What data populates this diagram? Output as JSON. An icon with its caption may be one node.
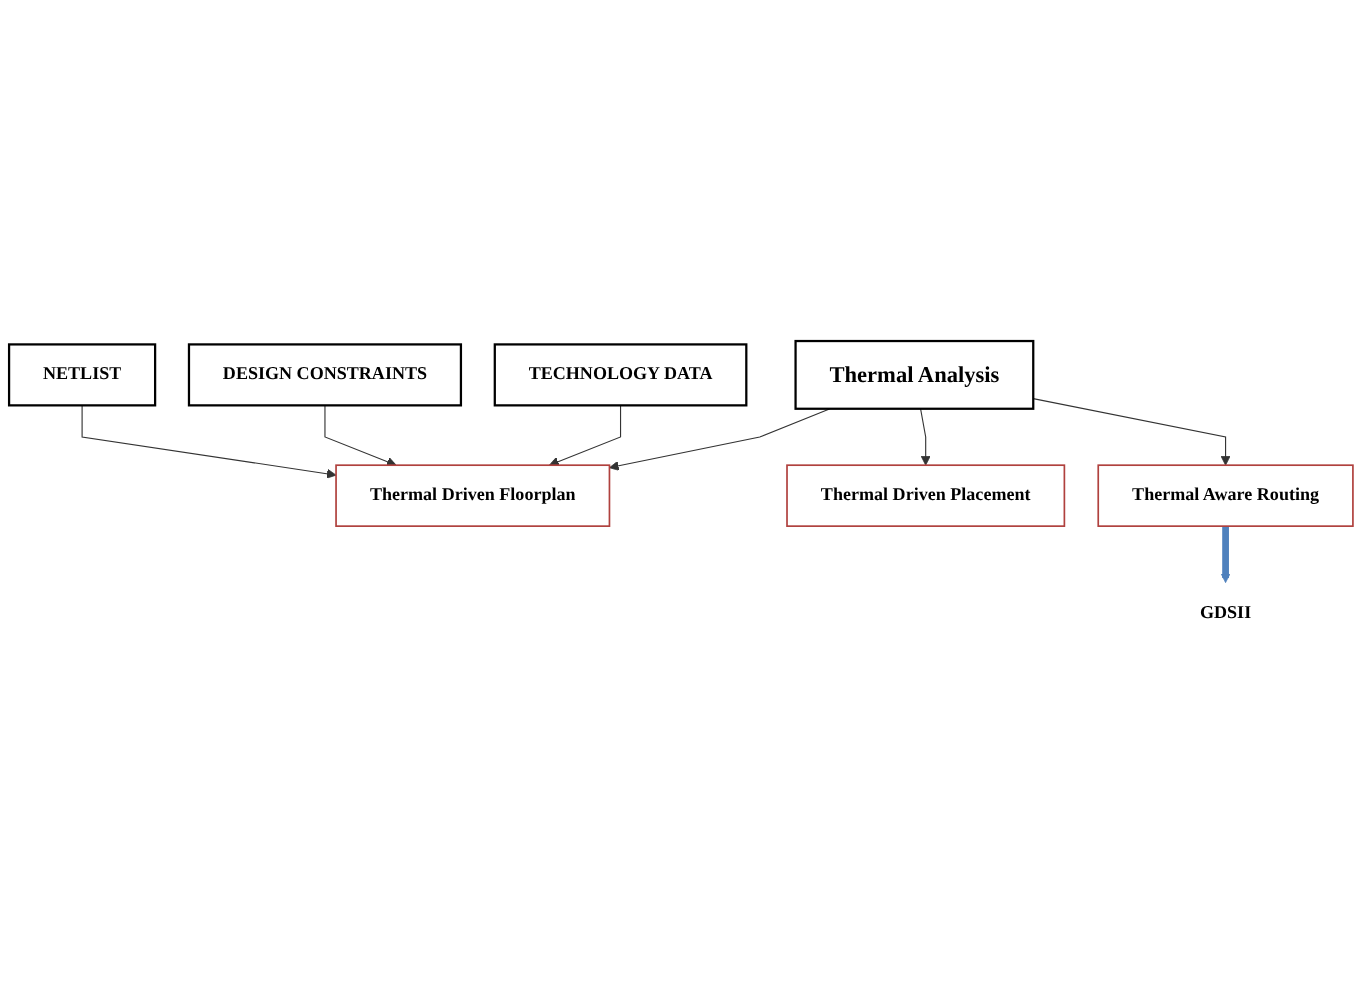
{
  "diagram": {
    "nodes": [
      {
        "text": [
          "NETLIST"
        ]
      },
      {
        "text": [
          "DESIGN CONSTRAINTS"
        ]
      },
      {
        "text": [
          "TECHNOLOGY DATA"
        ]
      },
      {
        "text": [
          "Thermal Driven Floorplan"
        ]
      },
      {
        "text": [
          "Thermal Driven Placement"
        ]
      },
      {
        "text": [
          "Thermal Aware Routing"
        ]
      },
      {
        "text": [
          "Thermal Analysis"
        ]
      },
      {
        "text": [
          "GDSII"
        ]
      }
    ],
    "edges": [
      {
        "from": 0,
        "to": 3,
        "arrow": "to"
      },
      {
        "from": 1,
        "to": 3,
        "arrow": "to"
      },
      {
        "from": 2,
        "to": 3,
        "arrow": "to"
      },
      {
        "from": 6,
        "to": 3,
        "arrow": "to"
      },
      {
        "from": 6,
        "to": 4,
        "arrow": "to"
      },
      {
        "from": 6,
        "to": 5,
        "arrow": "to"
      },
      {
        "from": 5,
        "to": 7,
        "arrow": "to",
        "style": "thick",
        "color": "#4f81bd"
      }
    ]
  }
}
